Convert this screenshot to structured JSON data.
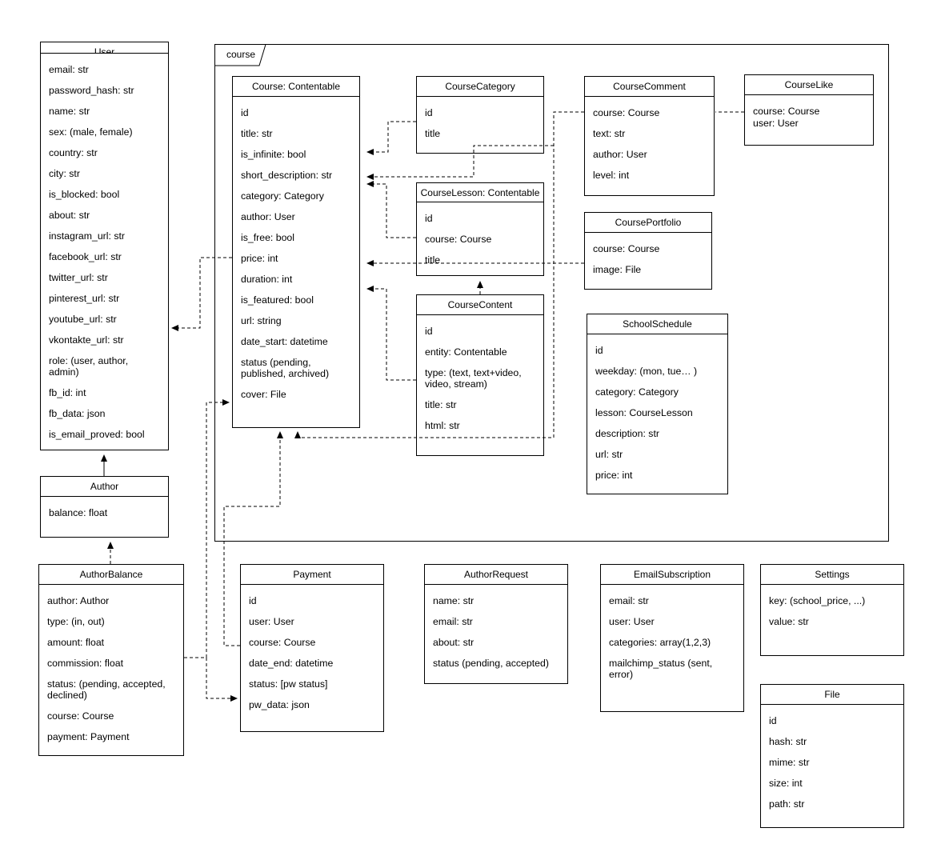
{
  "container": {
    "label": "course"
  },
  "entities": {
    "user": {
      "title": "User",
      "fields": [
        "email: str",
        "password_hash: str",
        "name: str",
        "sex: (male, female)",
        "country: str",
        "city: str",
        "is_blocked: bool",
        "about: str",
        "instagram_url: str",
        "facebook_url: str",
        "twitter_url: str",
        "pinterest_url: str",
        "youtube_url: str",
        "vkontakte_url: str",
        "role: (user, author, admin)",
        "fb_id: int",
        "fb_data: json",
        "is_email_proved: bool"
      ]
    },
    "author": {
      "title": "Author",
      "fields": [
        "balance: float"
      ]
    },
    "authorBalance": {
      "title": "AuthorBalance",
      "fields": [
        "author: Author",
        "type: (in, out)",
        "amount: float",
        "commission: float",
        "status: (pending, accepted, declined)",
        "course: Course",
        "payment: Payment"
      ]
    },
    "course": {
      "title": "Course: Contentable",
      "fields": [
        "id",
        "title: str",
        "is_infinite: bool",
        "short_description: str",
        "category: Category",
        "author: User",
        "is_free: bool",
        "price: int",
        "duration: int",
        "is_featured: bool",
        "url: string",
        "date_start: datetime",
        "status (pending, published, archived)",
        "cover: File"
      ]
    },
    "courseCategory": {
      "title": "CourseCategory",
      "fields": [
        "id",
        "title"
      ]
    },
    "courseLesson": {
      "title": "CourseLesson: Contentable",
      "fields": [
        "id",
        "course: Course",
        "title"
      ]
    },
    "courseContent": {
      "title": "CourseContent",
      "fields": [
        "id",
        "entity: Contentable",
        "type: (text, text+video, video, stream)",
        "title: str",
        "html: str"
      ]
    },
    "courseComment": {
      "title": "CourseComment",
      "fields": [
        "course: Course",
        "text: str",
        "author: User",
        "level: int"
      ]
    },
    "courseLike": {
      "title": "CourseLike",
      "fields": [
        "course: Course",
        "user: User"
      ]
    },
    "coursePortfolio": {
      "title": "CoursePortfolio",
      "fields": [
        "course: Course",
        "image: File"
      ]
    },
    "schoolSchedule": {
      "title": "SchoolSchedule",
      "fields": [
        "id",
        "weekday: (mon, tue… )",
        "category: Category",
        "lesson: CourseLesson",
        "description: str",
        "url: str",
        "price: int"
      ]
    },
    "payment": {
      "title": "Payment",
      "fields": [
        "id",
        "user: User",
        "course: Course",
        "date_end: datetime",
        "status: [pw status]",
        "pw_data: json"
      ]
    },
    "authorRequest": {
      "title": "AuthorRequest",
      "fields": [
        "name: str",
        "email: str",
        "about: str",
        "status (pending, accepted)"
      ]
    },
    "emailSubscription": {
      "title": "EmailSubscription",
      "fields": [
        "email: str",
        "user: User",
        "categories: array(1,2,3)",
        "mailchimp_status (sent, error)"
      ]
    },
    "settings": {
      "title": "Settings",
      "fields": [
        "key: (school_price, ...)",
        "value: str"
      ]
    },
    "file": {
      "title": "File",
      "fields": [
        "id",
        "hash: str",
        "mime: str",
        "size: int",
        "path: str"
      ]
    }
  }
}
